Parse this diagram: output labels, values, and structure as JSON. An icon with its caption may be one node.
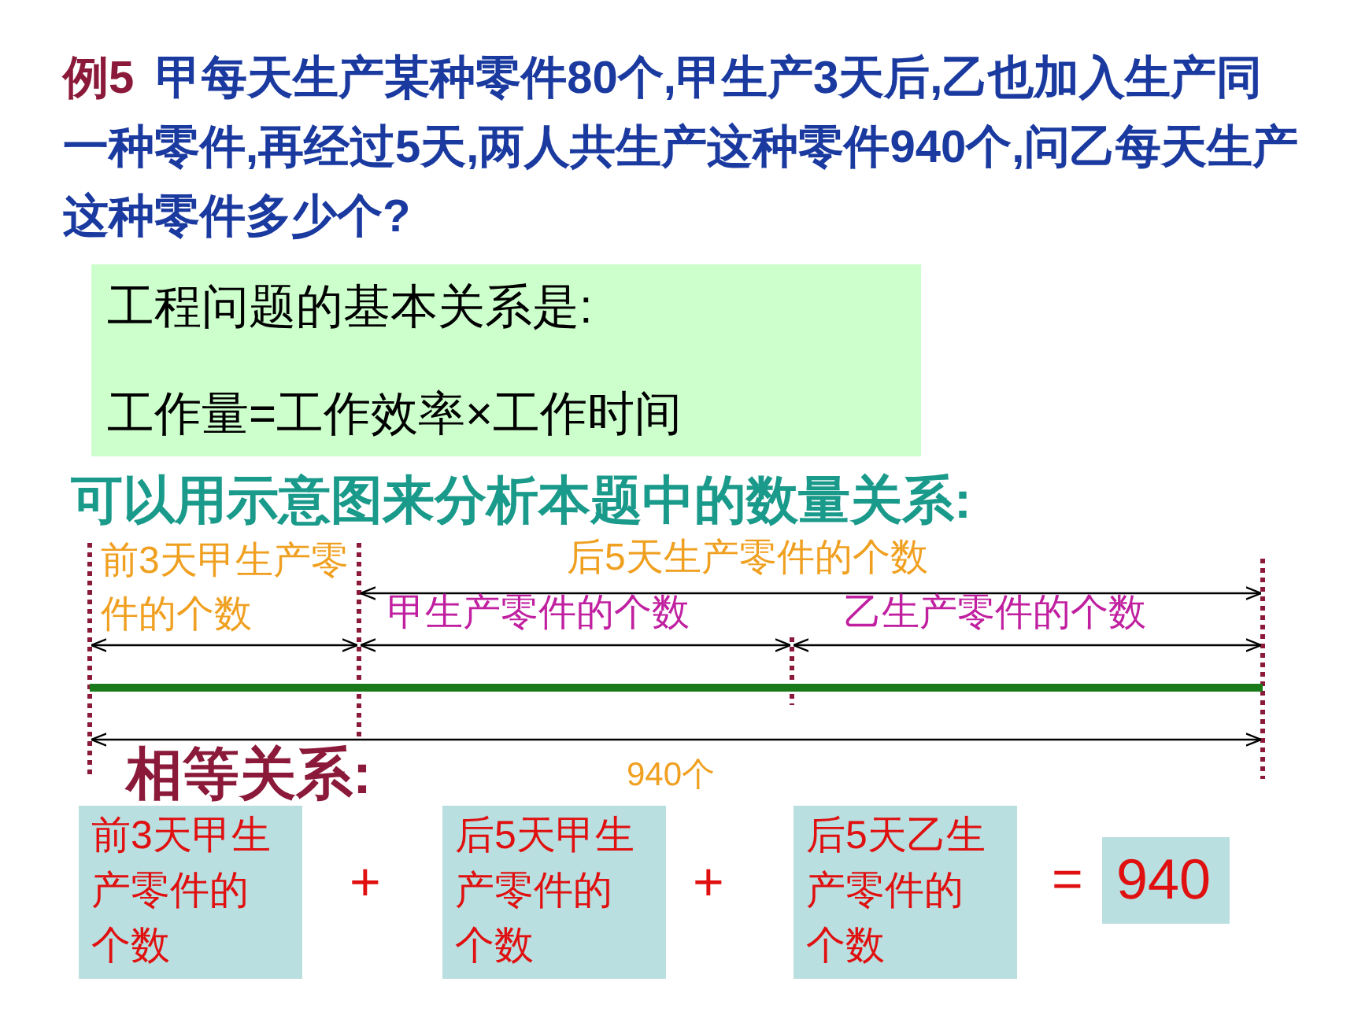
{
  "diagram": {
    "nodes": [
      {
        "text": [
          "工程问题的基本关系是:",
          "工作量=工作效率×工作时间"
        ]
      },
      {
        "text": [
          "前3天甲生产零件的个数"
        ]
      },
      {
        "text": [
          "后5天甲生产零件的个数"
        ]
      },
      {
        "text": [
          "后5天乙生产零件的个数"
        ]
      },
      {
        "text": [
          "940"
        ]
      }
    ],
    "labels": [
      "例5",
      "甲每天生产某种零件80个,甲生产3天后,乙也加入生产同一种零件,再经过5天,两人共生产这种零件940个,问乙每天生产这种零件多少个?",
      "可以用示意图来分析本题中的数量关系:",
      "前3天甲生产零件的个数",
      "后5天生产零件的个数",
      "甲生产零件的个数",
      "乙生产零件的个数",
      "相等关系:",
      "940个",
      "+",
      "+",
      "="
    ]
  }
}
